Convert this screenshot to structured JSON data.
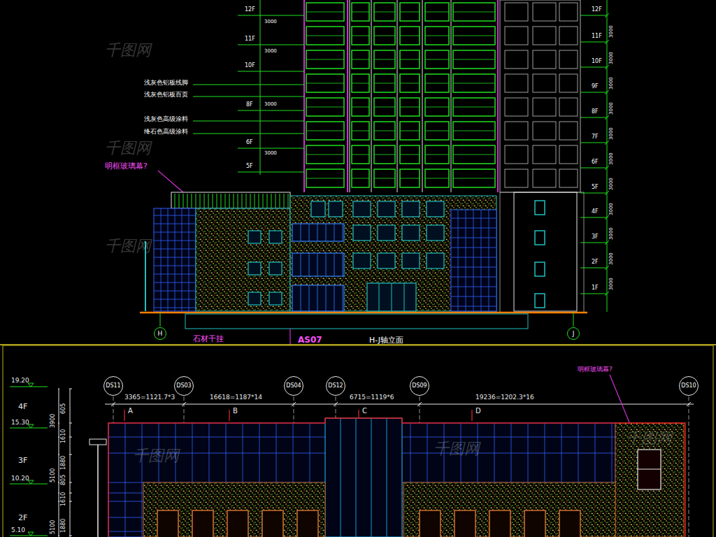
{
  "diagram": {
    "nodes": [
      {
        "text": [
          "H"
        ]
      },
      {
        "text": [
          "J"
        ]
      },
      {
        "text": [
          "DS11"
        ]
      },
      {
        "text": [
          "DS03"
        ]
      },
      {
        "text": [
          "DS04"
        ]
      },
      {
        "text": [
          "DS12"
        ]
      },
      {
        "text": [
          "DS09"
        ]
      },
      {
        "text": [
          "DS10"
        ]
      }
    ],
    "labels": [
      "12F",
      "11F",
      "10F",
      "8F",
      "6F",
      "5F",
      "3000",
      "3000",
      "3000",
      "3000",
      "浅灰色铝板线脚",
      "浅灰色铝板百页",
      "浅灰色高级涂料",
      "绛石色高级涂料",
      "明框玻璃幕?",
      "12F",
      "11F",
      "10F",
      "9F",
      "8F",
      "7F",
      "6F",
      "5F",
      "4F",
      "3F",
      "2F",
      "1F",
      "3000",
      "3000",
      "3000",
      "3000",
      "3000",
      "3000",
      "3000",
      "3000",
      "3000",
      "3000",
      "3000",
      "石材干挂",
      "AS07",
      "H-J轴立面",
      "19.20",
      "4F",
      "15.30",
      "3F",
      "10.20",
      "2F",
      "5.10",
      "605",
      "3900",
      "1610",
      "1880",
      "5100",
      "805",
      "1610",
      "1880",
      "5100",
      "3365=1121.7*3",
      "16618=1187*14",
      "6715=1119*6",
      "19236=1202.3*16",
      "A",
      "B",
      "C",
      "D",
      "明框玻璃幕?",
      "千图网",
      "千图网",
      "千图网",
      "千图网",
      "千图网",
      "千图网"
    ]
  }
}
